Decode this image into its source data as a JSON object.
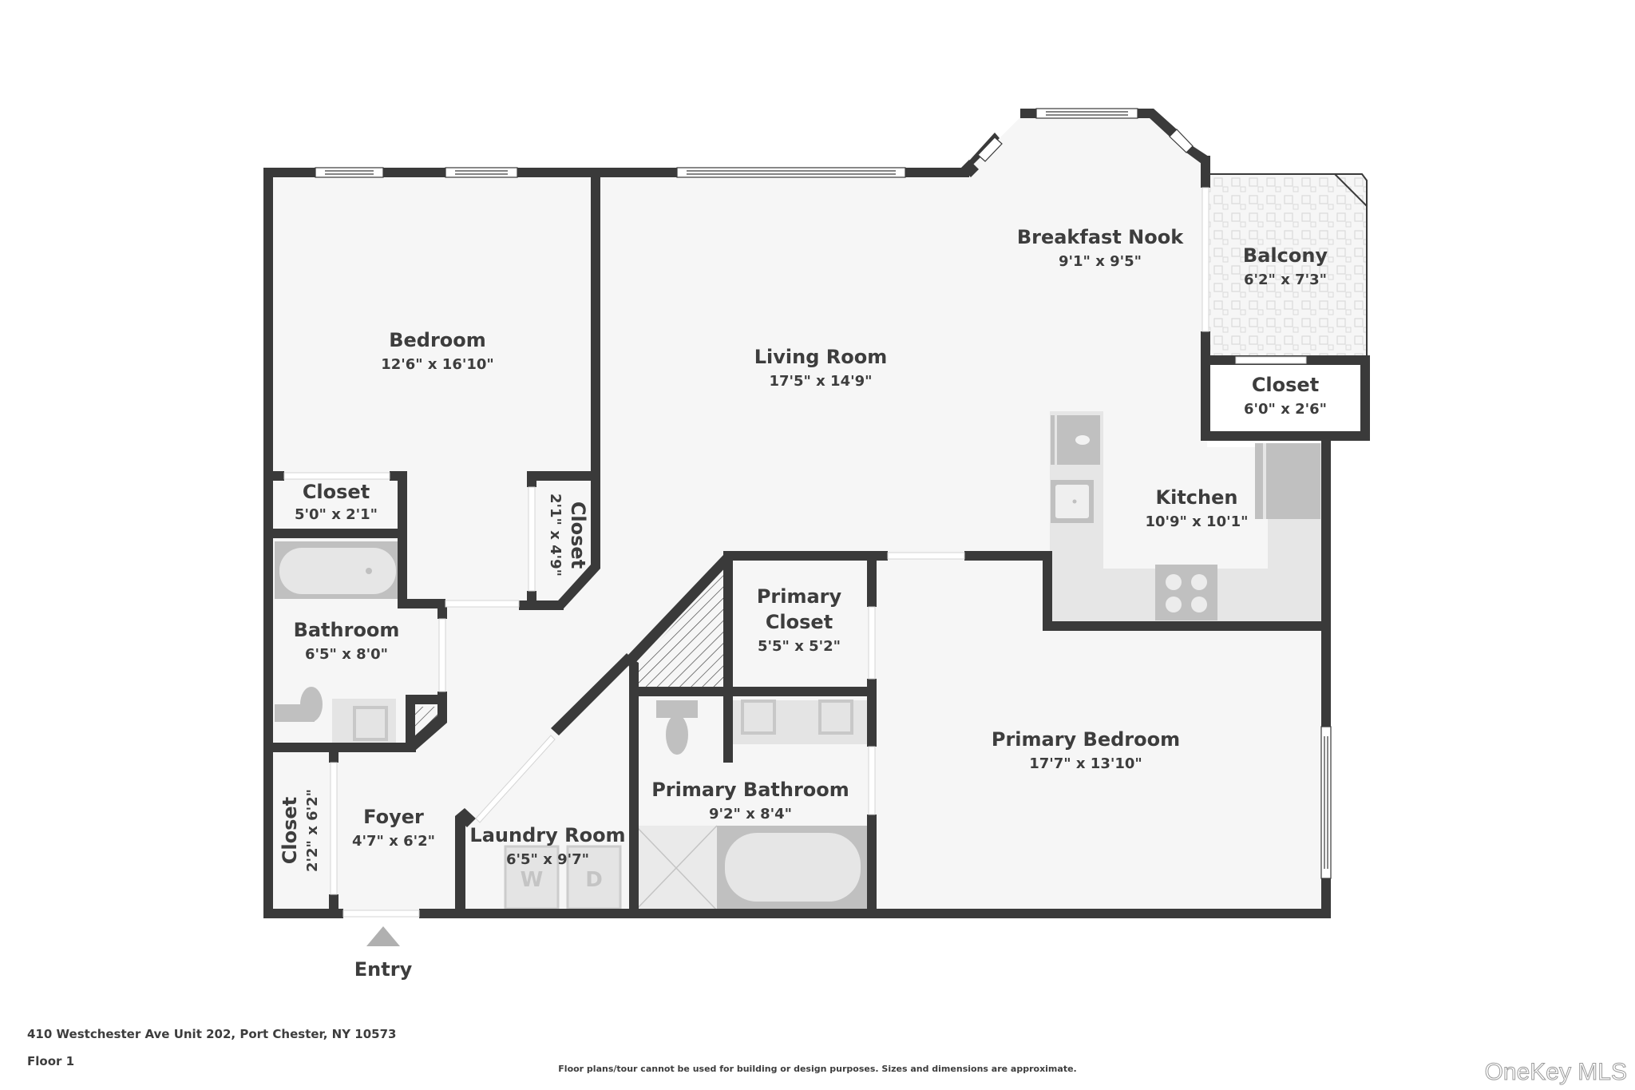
{
  "plan": {
    "colors": {
      "wall": "#3a3a3a",
      "floor": "#f6f6f6",
      "fixture": "#c0c0c0",
      "fixture_light": "#e4e4e4",
      "text": "#3d3d3d",
      "background": "#ffffff"
    },
    "rooms": [
      {
        "id": "bedroom",
        "name": "Bedroom",
        "dims": "12'6\" x 16'10\""
      },
      {
        "id": "living-room",
        "name": "Living Room",
        "dims": "17'5\" x 14'9\""
      },
      {
        "id": "breakfast-nook",
        "name": "Breakfast Nook",
        "dims": "9'1\" x 9'5\""
      },
      {
        "id": "balcony",
        "name": "Balcony",
        "dims": "6'2\" x 7'3\""
      },
      {
        "id": "balcony-closet",
        "name": "Closet",
        "dims": "6'0\" x 2'6\""
      },
      {
        "id": "kitchen",
        "name": "Kitchen",
        "dims": "10'9\" x 10'1\""
      },
      {
        "id": "bedroom-closet",
        "name": "Closet",
        "dims": "5'0\" x 2'1\""
      },
      {
        "id": "hall-closet",
        "name": "Closet",
        "dims": "2'1\" x 4'9\""
      },
      {
        "id": "bathroom",
        "name": "Bathroom",
        "dims": "6'5\" x 8'0\""
      },
      {
        "id": "primary-closet",
        "name": "Primary Closet",
        "name_line1": "Primary",
        "name_line2": "Closet",
        "dims": "5'5\" x 5'2\""
      },
      {
        "id": "primary-bedroom",
        "name": "Primary Bedroom",
        "dims": "17'7\" x 13'10\""
      },
      {
        "id": "primary-bathroom",
        "name": "Primary Bathroom",
        "dims": "9'2\" x 8'4\""
      },
      {
        "id": "foyer-closet",
        "name": "Closet",
        "dims": "2'2\" x 6'2\""
      },
      {
        "id": "foyer",
        "name": "Foyer",
        "dims": "4'7\" x 6'2\""
      },
      {
        "id": "laundry-room",
        "name": "Laundry Room",
        "dims": "6'5\" x 9'7\""
      }
    ],
    "appliances": {
      "washer_label": "W",
      "dryer_label": "D"
    },
    "entry_label": "Entry"
  },
  "footer": {
    "address": "410 Westchester Ave Unit 202, Port Chester, NY 10573",
    "floor": "Floor 1",
    "disclaimer": "Floor plans/tour cannot be used for building or design purposes. Sizes and dimensions are approximate.",
    "watermark": "OneKey MLS"
  }
}
